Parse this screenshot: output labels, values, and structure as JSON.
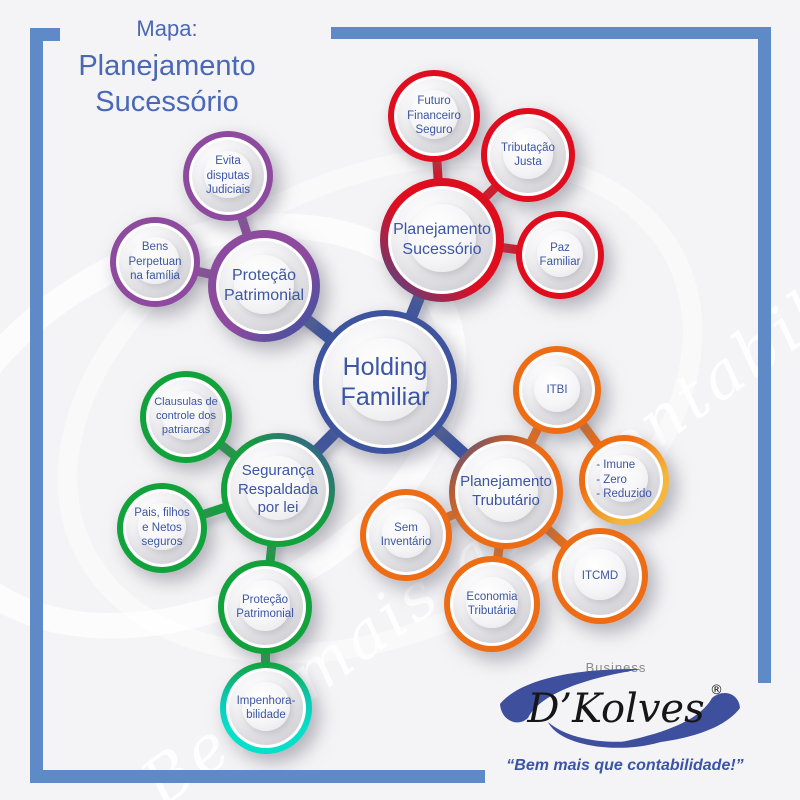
{
  "title": {
    "kicker": "Mapa:",
    "line1": "Planejamento",
    "line2": "Sucessório"
  },
  "center": {
    "label": "Holding\nFamiliar"
  },
  "branches": [
    {
      "label": "Proteção\nPatrimonial",
      "color": "#8e4a9f",
      "children": [
        {
          "label": "Evita\ndisputas\nJudiciais"
        },
        {
          "label": "Bens\nPerpetuan\nna família"
        }
      ]
    },
    {
      "label": "Planejamento\nSucessório",
      "color": "#e00d1e",
      "children": [
        {
          "label": "Futuro\nFinanceiro\nSeguro"
        },
        {
          "label": "Tributação\nJusta"
        },
        {
          "label": "Paz\nFamiliar"
        }
      ]
    },
    {
      "label": "Segurança\nRespaldada\npor lei",
      "color": "#12a23c",
      "children": [
        {
          "label": "Clausulas de\ncontrole dos\npatriarcas"
        },
        {
          "label": "Pais, filhos\ne Netos\nseguros"
        },
        {
          "label": "Proteção\nPatrimonial",
          "children": [
            {
              "label": "Impenhora-\nbilidade",
              "color": "#06dfc9"
            }
          ]
        }
      ]
    },
    {
      "label": "Planejamento\nTrubutário",
      "color": "#ee6d14",
      "children": [
        {
          "label": "ITBI",
          "children": [
            {
              "label": "- Imune\n- Zero\n- Reduzido",
              "color": "#f5b63a"
            }
          ]
        },
        {
          "label": "Sem\nInventário"
        },
        {
          "label": "Economia\nTributária"
        },
        {
          "label": "ITCMD"
        }
      ]
    }
  ],
  "logo": {
    "business": "Business",
    "name": "D’Kolves",
    "registered": "®",
    "tagline": "“Bem mais que contabilidade!”"
  },
  "watermark": {
    "text": "Bem mais que contabilidade!"
  },
  "palette": {
    "frame_blue": "#5e8ac8",
    "center_blue": "#3e549e",
    "purple": "#8e4a9f",
    "red": "#e00d1e",
    "green": "#12a23c",
    "teal": "#06dfc9",
    "orange": "#ee6d14",
    "gold": "#f5b63a",
    "label_text": "#3b56a4",
    "logo_navy": "#3e4f9e"
  }
}
